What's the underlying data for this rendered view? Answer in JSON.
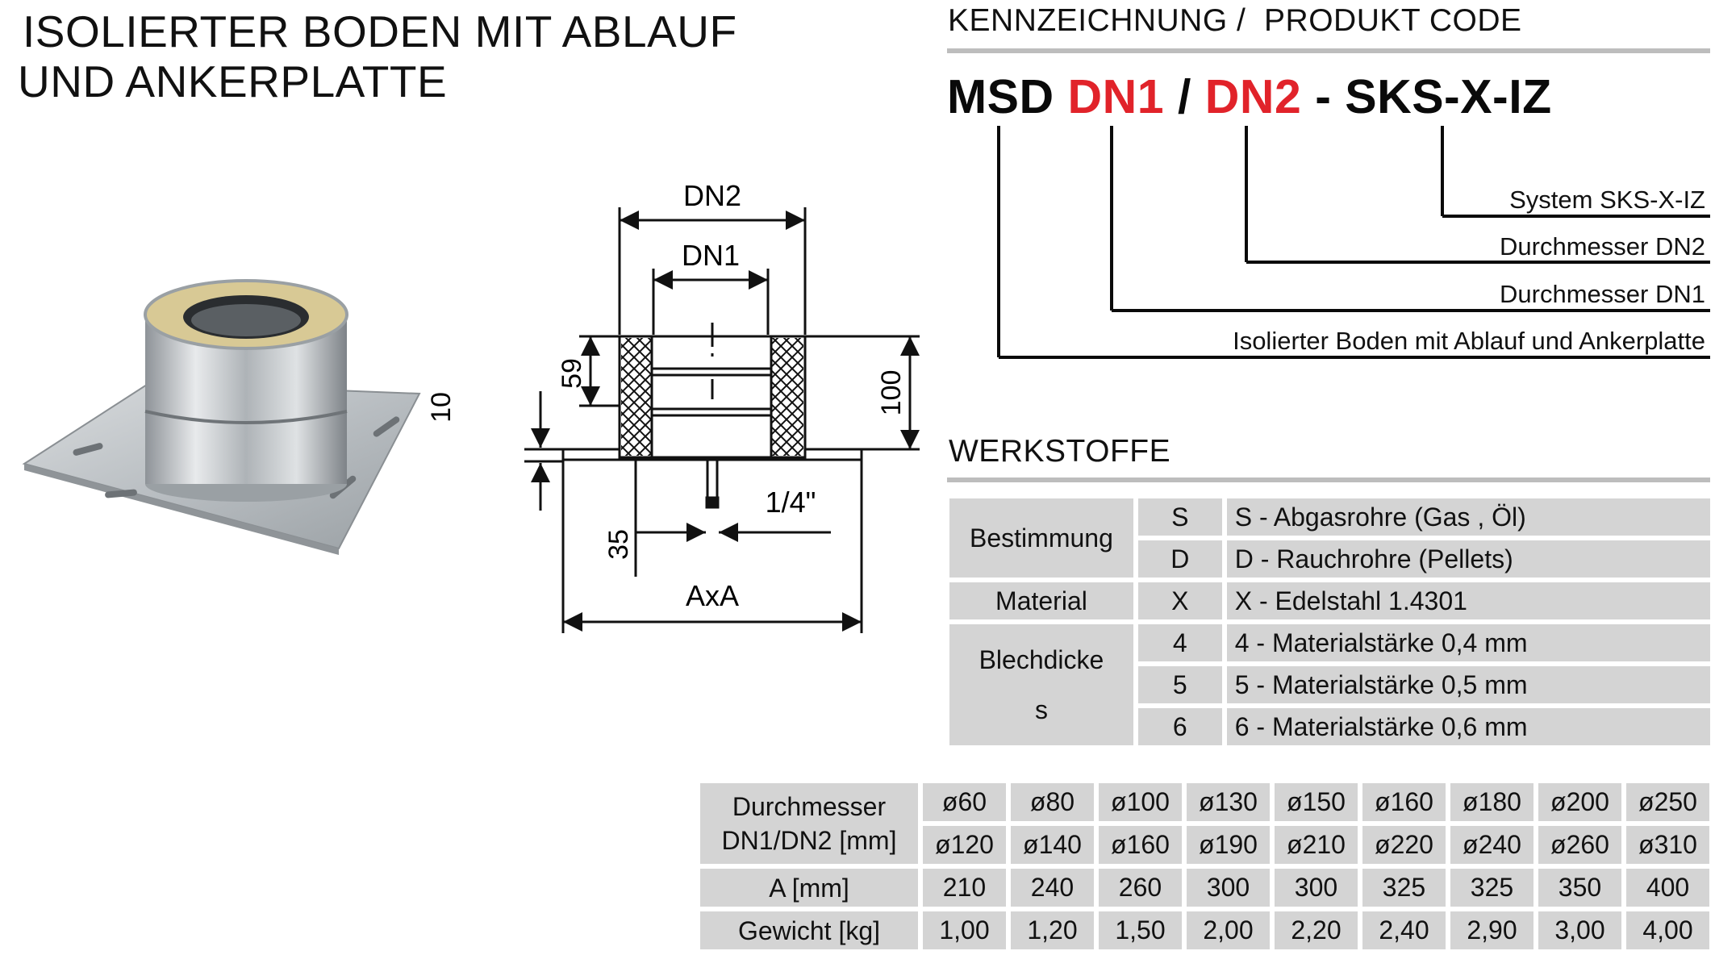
{
  "title": {
    "line1": "ISOLIERTER BODEN MIT ABLAUF",
    "line2": "UND ANKERPLATTE"
  },
  "code_section": {
    "heading": "KENNZEICHNUNG /  PRODUKT CODE",
    "code_prefix": "MSD",
    "code_dn1": "DN1",
    "code_slash": "/",
    "code_dn2": "DN2",
    "code_suffix": "- SKS-X-IZ",
    "legend": [
      "System SKS-X-IZ",
      "Durchmesser DN2",
      "Durchmesser DN1",
      "Isolierter Boden mit Ablauf und Ankerplatte"
    ]
  },
  "drawing": {
    "dn2": "DN2",
    "dn1": "DN1",
    "dim_59": "59",
    "dim_10": "10",
    "dim_100": "100",
    "dim_35": "35",
    "thread": "1/4\"",
    "axa": "AxA"
  },
  "materials": {
    "heading": "WERKSTOFFE",
    "groups": {
      "bestimmung": "Bestimmung",
      "material": "Material",
      "blechdicke": "Blechdicke",
      "blechdicke_sub": "s"
    },
    "rows": [
      {
        "code": "S",
        "desc": "S - Abgasrohre (Gas , Öl)"
      },
      {
        "code": "D",
        "desc": "D - Rauchrohre (Pellets)"
      },
      {
        "code": "X",
        "desc": "X - Edelstahl 1.4301"
      },
      {
        "code": "4",
        "desc": "4 - Materialstärke 0,4 mm"
      },
      {
        "code": "5",
        "desc": "5 - Materialstärke 0,5 mm"
      },
      {
        "code": "6",
        "desc": "6 - Materialstärke 0,6 mm"
      }
    ]
  },
  "dimensions": {
    "label_diameter_1": "Durchmesser",
    "label_diameter_2": "DN1/DN2 [mm]",
    "label_a": "A [mm]",
    "label_weight": "Gewicht [kg]",
    "dn1": [
      "ø60",
      "ø80",
      "ø100",
      "ø130",
      "ø150",
      "ø160",
      "ø180",
      "ø200",
      "ø250"
    ],
    "dn2": [
      "ø120",
      "ø140",
      "ø160",
      "ø190",
      "ø210",
      "ø220",
      "ø240",
      "ø260",
      "ø310"
    ],
    "a": [
      "210",
      "240",
      "260",
      "300",
      "300",
      "325",
      "325",
      "350",
      "400"
    ],
    "weight": [
      "1,00",
      "1,20",
      "1,50",
      "2,00",
      "2,20",
      "2,40",
      "2,90",
      "3,00",
      "4,00"
    ]
  },
  "colors": {
    "accent_red": "#e1232a",
    "table_gray": "#d4d4d4",
    "rule_gray": "#bdbdbd"
  }
}
